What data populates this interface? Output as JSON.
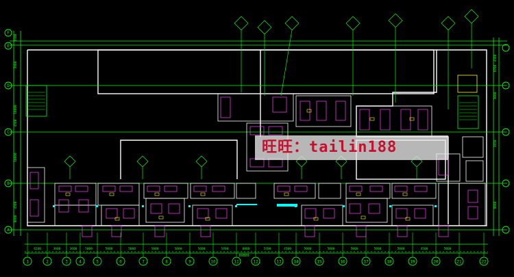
{
  "watermark": "旺旺：tailin188",
  "bottom_total_dim": "89800",
  "bottom_dims": [
    "4200",
    "3600",
    "3600",
    "5000",
    "5000",
    "5000",
    "5000",
    "5000",
    "5600",
    "5700",
    "6000",
    "5700",
    "4500",
    "5000",
    "5000",
    "5000",
    "5000",
    "5000",
    "4500",
    "5000"
  ],
  "axis_labels": [
    "1",
    "2",
    "3",
    "4",
    "5",
    "6",
    "7",
    "8",
    "9",
    "10",
    "11",
    "12",
    "13",
    "14",
    "15",
    "16",
    "17",
    "18",
    "19",
    "20",
    "21",
    "22"
  ],
  "row_labels": [
    "F",
    "E",
    "D",
    "C",
    "B",
    "A"
  ],
  "left_dims": [
    "3300",
    "3900",
    "10000",
    "4500",
    "10000",
    "4500",
    "8000"
  ],
  "right_dims": [
    "4300",
    "8700",
    "3000",
    "2850",
    "8000"
  ]
}
